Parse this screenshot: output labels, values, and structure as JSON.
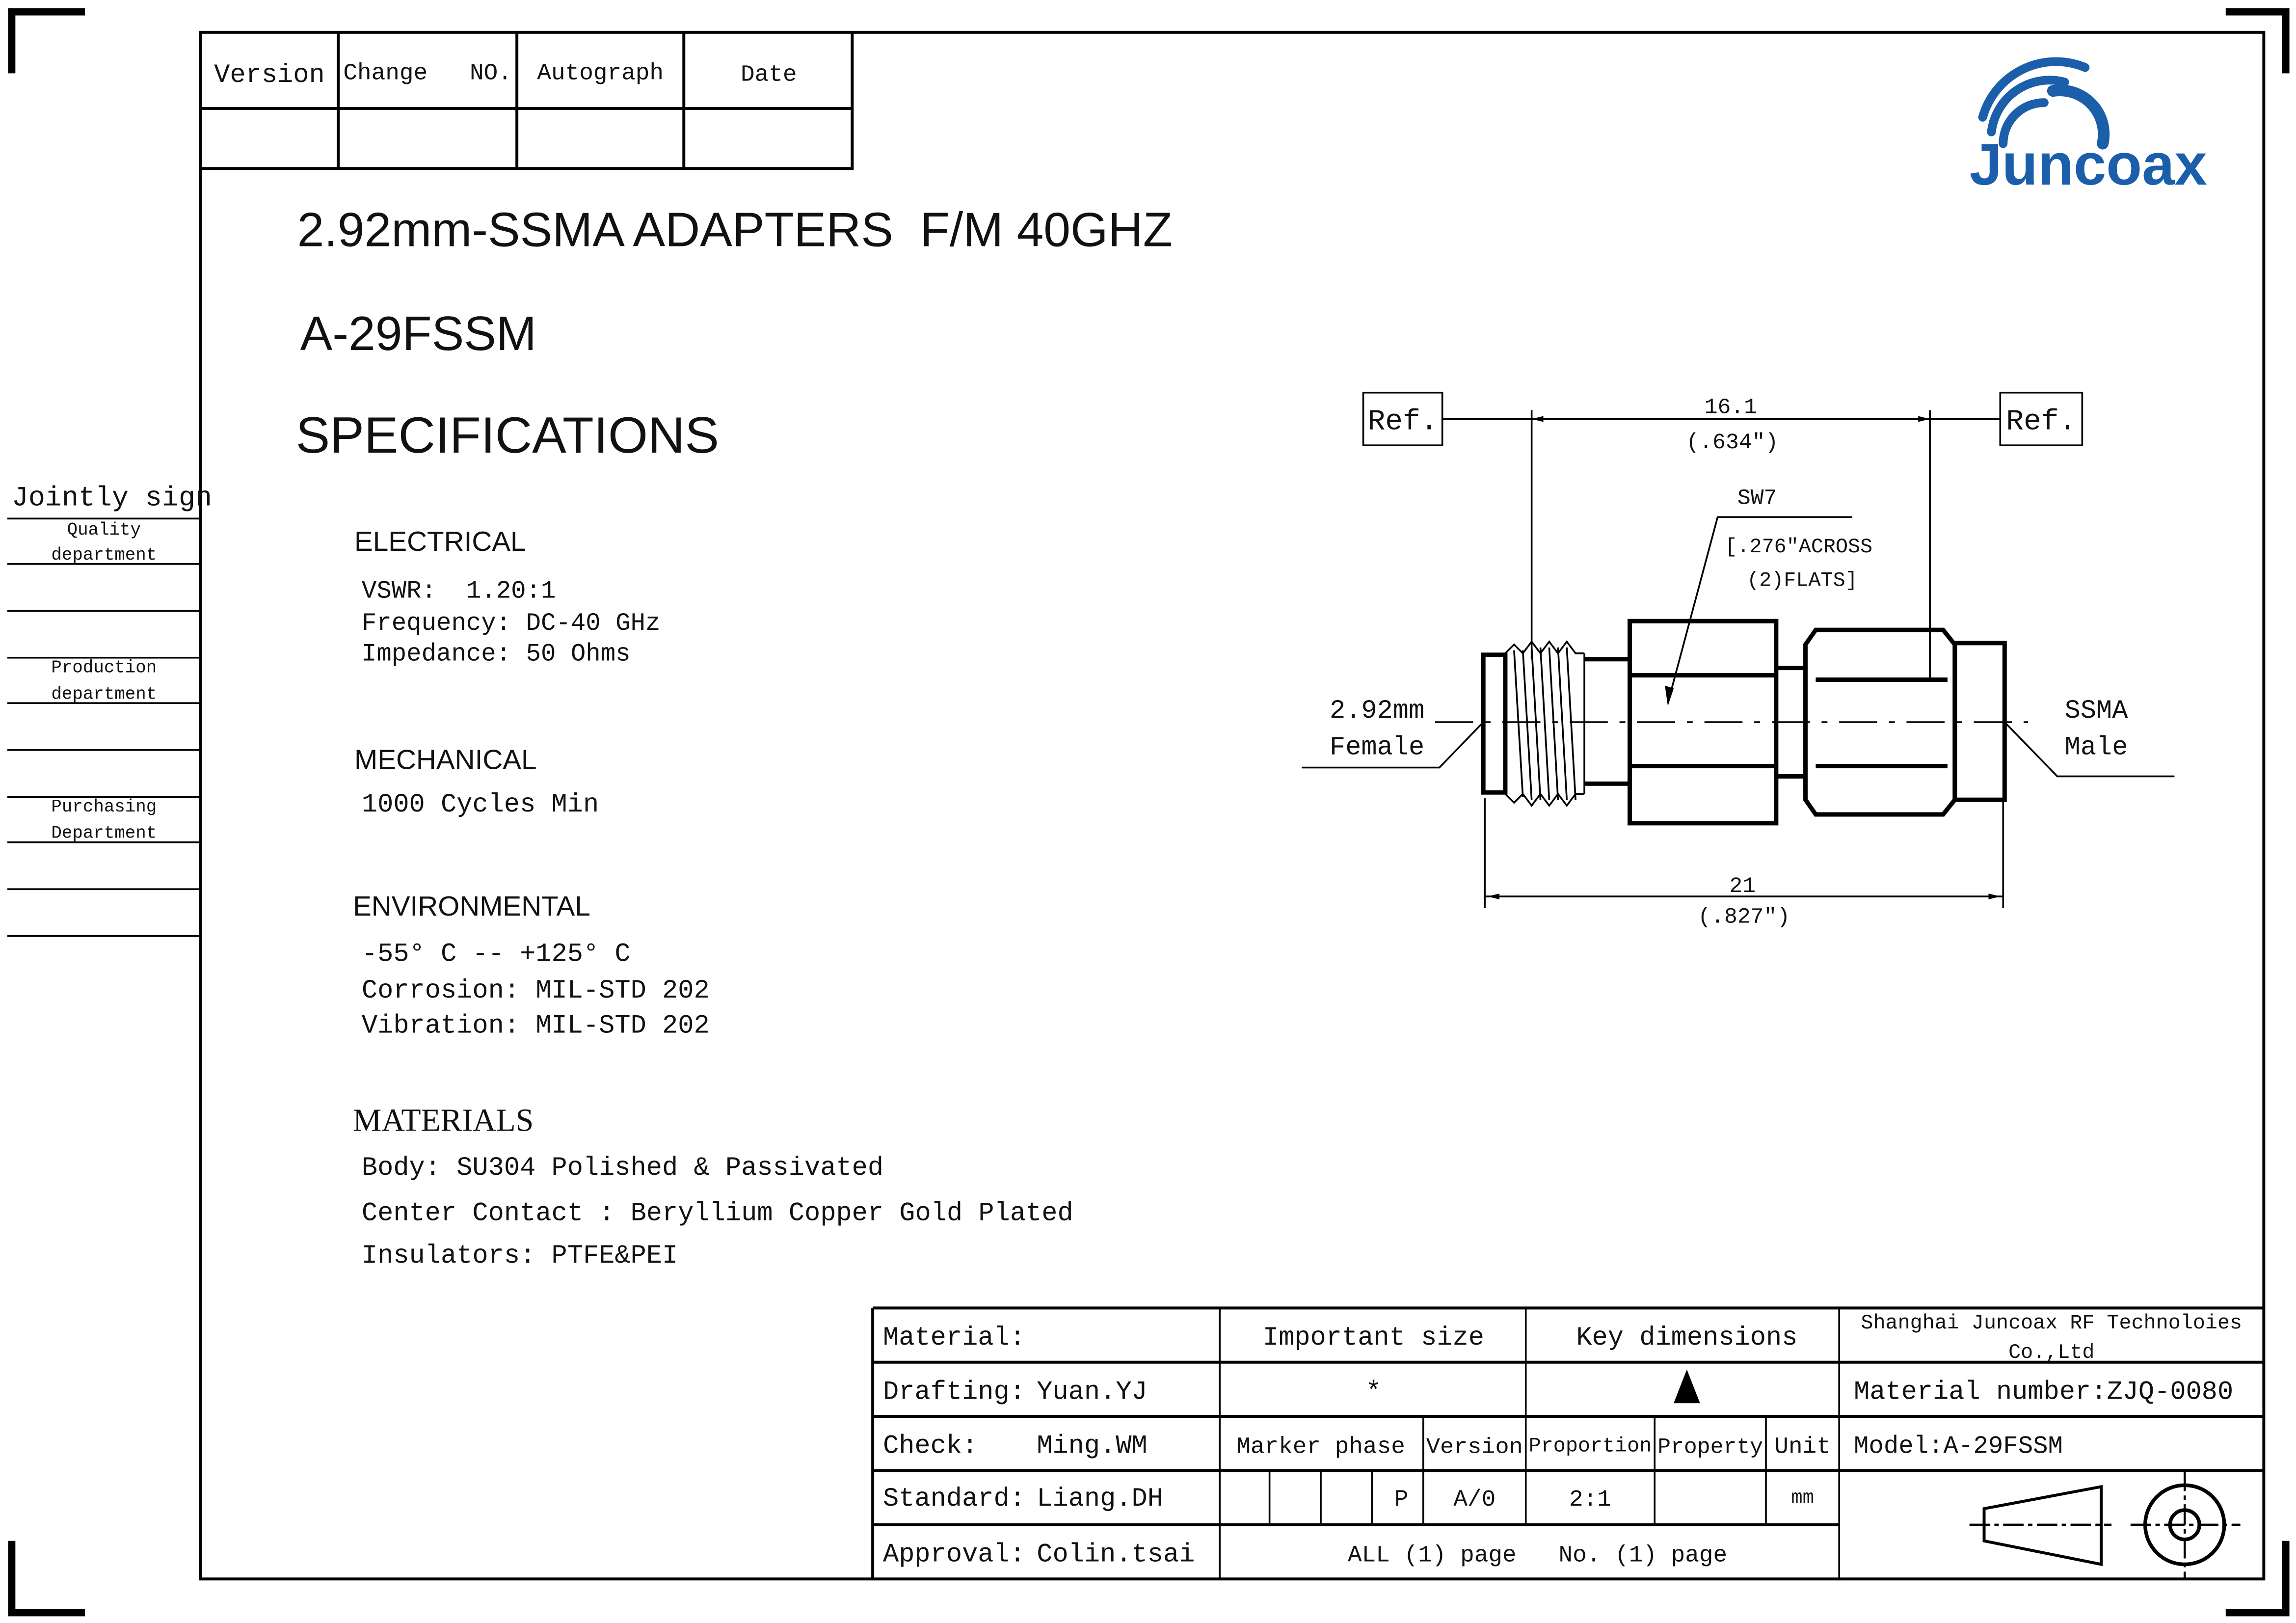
{
  "revision_table": {
    "headers": [
      "Version",
      "Change   NO.",
      "Autograph",
      "Date"
    ]
  },
  "logo": {
    "text": "Juncoax",
    "color": "#1b5ea9"
  },
  "title": {
    "line1": "2.92mm-SSMA ADAPTERS  F/M 40GHZ",
    "model": "A-29FSSM",
    "section": "SPECIFICATIONS"
  },
  "jointly_sign": {
    "title": "Jointly sign",
    "departments": [
      {
        "line1": "Quality",
        "line2": "department"
      },
      {
        "line1": "Production",
        "line2": "department"
      },
      {
        "line1": "Purchasing",
        "line2": "Department"
      }
    ]
  },
  "specs": {
    "electrical": {
      "heading": "ELECTRICAL",
      "lines": [
        "VSWR:  1.20:1",
        "Frequency: DC-40 GHz",
        "Impedance: 50 Ohms"
      ]
    },
    "mechanical": {
      "heading": "MECHANICAL",
      "lines": [
        "1000 Cycles Min"
      ]
    },
    "environmental": {
      "heading": "ENVIRONMENTAL",
      "lines": [
        "-55° C -- +125° C",
        "Corrosion: MIL-STD 202",
        "Vibration: MIL-STD 202"
      ]
    },
    "materials": {
      "heading": "MATERIALS",
      "lines": [
        "Body: SU304 Polished & Passivated",
        "Center Contact : Beryllium Copper Gold Plated",
        "Insulators: PTFE&PEI"
      ]
    }
  },
  "drawing": {
    "ref_left": "Ref.",
    "ref_right": "Ref.",
    "dim_top_mm": "16.1",
    "dim_top_in": "(.634\")",
    "wrench": "SW7",
    "wrench_note1": "[.276\"ACROSS",
    "wrench_note2": "(2)FLATS]",
    "left_label1": "2.92mm",
    "left_label2": "Female",
    "right_label1": "SSMA",
    "right_label2": "Male",
    "dim_bottom_mm": "21",
    "dim_bottom_in": "(.827\")"
  },
  "title_block": {
    "material": "Material:",
    "important_size": "Important size",
    "key_dimensions": "Key dimensions",
    "company1": "Shanghai Juncoax RF Technoloies",
    "company2": "Co.,Ltd",
    "drafting_label": "Drafting:",
    "drafting_name": "Yuan.YJ",
    "important_symbol": "*",
    "material_number": "Material number:ZJQ-0080",
    "check_label": "Check:",
    "check_name": "Ming.WM",
    "marker_phase": "Marker phase",
    "version": "Version",
    "proportion": "Proportion",
    "property": "Property",
    "unit": "Unit",
    "model": "Model:A-29FSSM",
    "standard_label": "Standard:",
    "standard_name": "Liang.DH",
    "phase_value": "P",
    "version_value": "A/0",
    "proportion_value": "2:1",
    "unit_value": "mm",
    "approval_label": "Approval:",
    "approval_name": "Colin.tsai",
    "pages": "ALL (1) page   No. (1) page"
  }
}
